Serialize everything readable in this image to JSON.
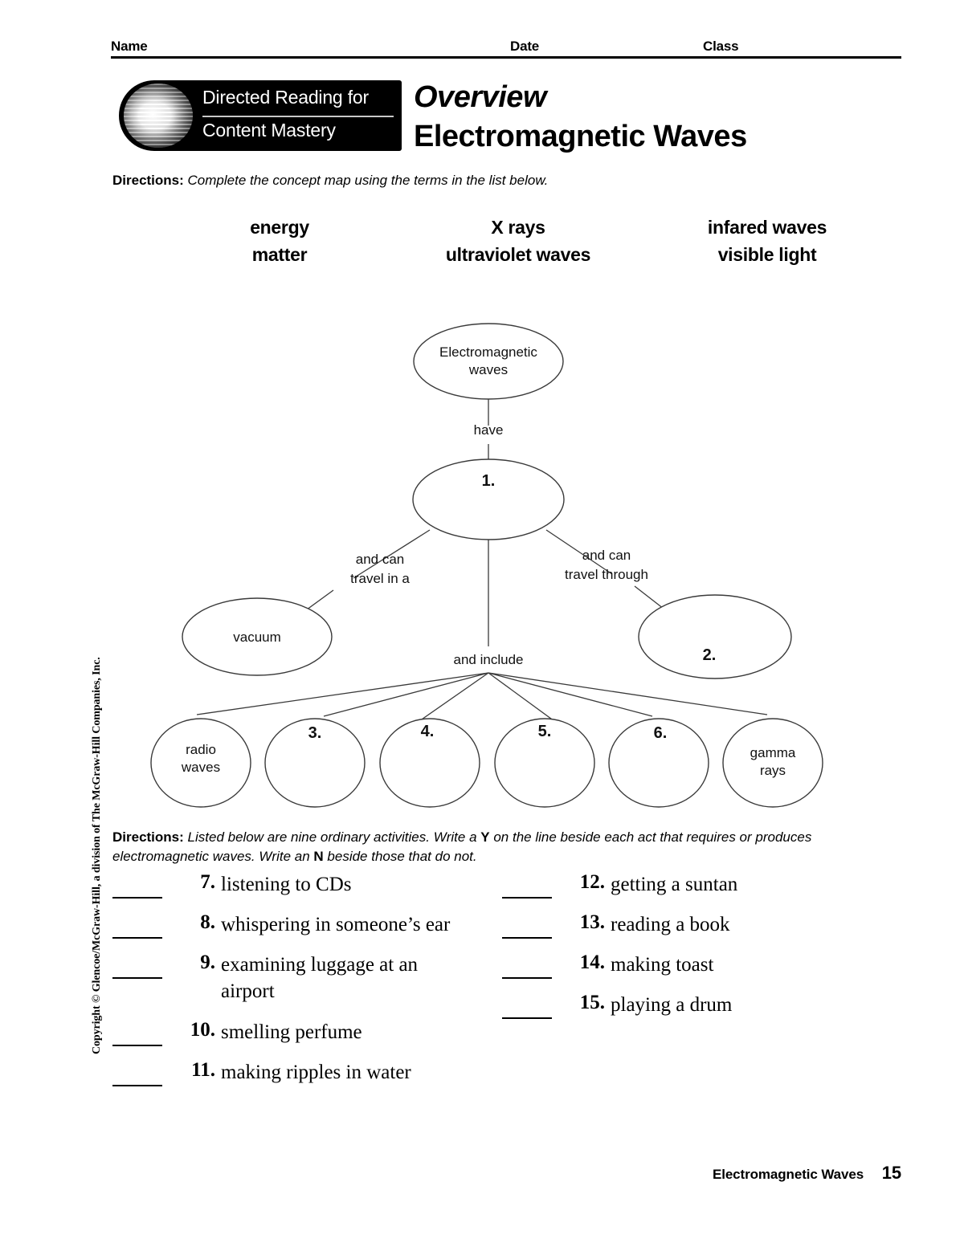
{
  "header": {
    "name_label": "Name",
    "date_label": "Date",
    "class_label": "Class"
  },
  "logo": {
    "line1": "Directed Reading for",
    "line2": "Content Mastery",
    "sphere_icon": "striped-sphere-icon"
  },
  "title": {
    "kicker": "Overview",
    "main": "Electromagnetic Waves"
  },
  "directions_1": {
    "head": "Directions:",
    "body": "Complete the concept map using the terms in the list below."
  },
  "wordbank": {
    "columns": [
      {
        "terms": [
          "energy",
          "matter"
        ]
      },
      {
        "terms": [
          "X rays",
          "ultraviolet waves"
        ]
      },
      {
        "terms": [
          "infared waves",
          "visible light"
        ]
      }
    ]
  },
  "concept_map": {
    "nodes": {
      "root_line1": "Electromagnetic",
      "root_line2": "waves",
      "blank1": "1.",
      "vacuum": "vacuum",
      "blank2": "2.",
      "radio_line1": "radio",
      "radio_line2": "waves",
      "blank3": "3.",
      "blank4": "4.",
      "blank5": "5.",
      "blank6": "6.",
      "gamma_line1": "gamma",
      "gamma_line2": "rays"
    },
    "links": {
      "have": "have",
      "travel_in_a_line1": "and can",
      "travel_in_a_line2": "travel in a",
      "travel_through_line1": "and can",
      "travel_through_line2": "travel through",
      "and_include": "and include"
    }
  },
  "directions_2": {
    "head": "Directions:",
    "body_part1": "Listed below are nine ordinary activities. Write a",
    "em1": "Y",
    "body_part2": "on the line beside each act that requires or produces electromagnetic waves. Write an",
    "em2": "N",
    "body_part3": "beside those that do not."
  },
  "questions_left": [
    {
      "num": "7.",
      "text": "listening to CDs"
    },
    {
      "num": "8.",
      "text": "whispering in someone’s ear"
    },
    {
      "num": "9.",
      "text": "examining luggage at an airport"
    },
    {
      "num": "10.",
      "text": "smelling perfume"
    },
    {
      "num": "11.",
      "text": "making ripples in water"
    }
  ],
  "questions_right": [
    {
      "num": "12.",
      "text": "getting a suntan"
    },
    {
      "num": "13.",
      "text": "reading a book"
    },
    {
      "num": "14.",
      "text": "making toast"
    },
    {
      "num": "15.",
      "text": "playing a drum"
    }
  ],
  "copyright": "Copyright © Glencoe/McGraw-Hill, a division of The McGraw-Hill Companies, Inc.",
  "footer": {
    "title": "Electromagnetic Waves",
    "page": "15"
  }
}
